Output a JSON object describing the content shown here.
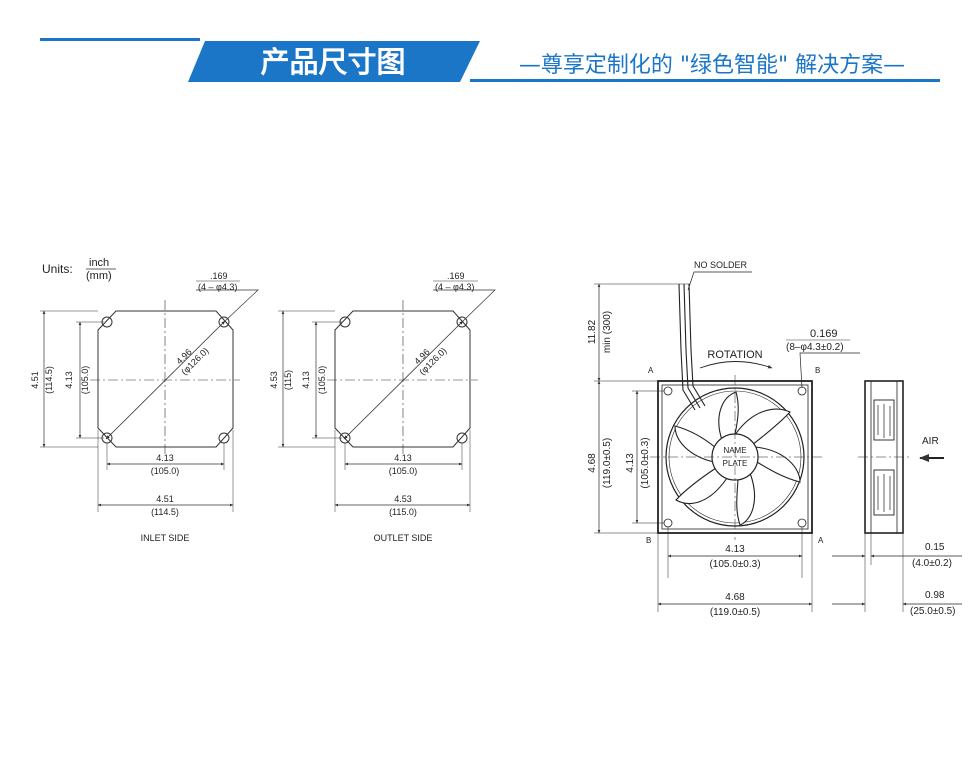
{
  "header": {
    "title": "产品尺寸图",
    "slogan": "—尊享定制化的 \"绿色智能\" 解决方案—",
    "colors": {
      "accent": "#1b76c8",
      "title_text": "#ffffff",
      "slogan_text": "#1b76c8"
    }
  },
  "units": {
    "label": "Units:",
    "numerator": "inch",
    "denominator": "(mm)"
  },
  "inlet": {
    "hole_top": ".169",
    "hole_bottom": "(4 – φ4.3)",
    "diag_inch": "4.96",
    "diag_mm": "(φ126.0)",
    "height_outer_inch": "4.51",
    "height_outer_mm": "(114.5)",
    "height_inner_inch": "4.13",
    "height_inner_mm": "(105.0)",
    "width_inner_inch": "4.13",
    "width_inner_mm": "(105.0)",
    "width_outer_inch": "4.51",
    "width_outer_mm": "(114.5)",
    "caption": "INLET SIDE"
  },
  "outlet": {
    "hole_top": ".169",
    "hole_bottom": "(4 – φ4.3)",
    "diag_inch": "4.96",
    "diag_mm": "(φ126.0)",
    "height_outer_inch": "4.53",
    "height_outer_mm": "(115)",
    "height_inner_inch": "4.13",
    "height_inner_mm": "(105.0)",
    "width_inner_inch": "4.13",
    "width_inner_mm": "(105.0)",
    "width_outer_inch": "4.53",
    "width_outer_mm": "(115.0)",
    "caption": "OUTLET SIDE"
  },
  "fan": {
    "no_solder": "NO SOLDER",
    "wire_len_inch": "11.82",
    "wire_len_mm": "min (300)",
    "hole_inch": "0.169",
    "hole_mm": "(8–φ4.3±0.2)",
    "rotation": "ROTATION",
    "corner_a_top": "A",
    "corner_b_top": "B",
    "corner_b_bottom": "B",
    "corner_a_bottom": "A",
    "name_plate_1": "NAME",
    "name_plate_2": "PLATE",
    "height_outer_inch": "4.68",
    "height_outer_mm": "(119.0±0.5)",
    "height_inner_inch": "4.13",
    "height_inner_mm": "(105.0±0.3)",
    "width_inner_inch": "4.13",
    "width_inner_mm": "(105.0±0.3)",
    "width_outer_inch": "4.68",
    "width_outer_mm": "(119.0±0.5)"
  },
  "side": {
    "air": "AIR",
    "flange_inch": "0.15",
    "flange_mm": "(4.0±0.2)",
    "depth_inch": "0.98",
    "depth_mm": "(25.0±0.5)"
  }
}
